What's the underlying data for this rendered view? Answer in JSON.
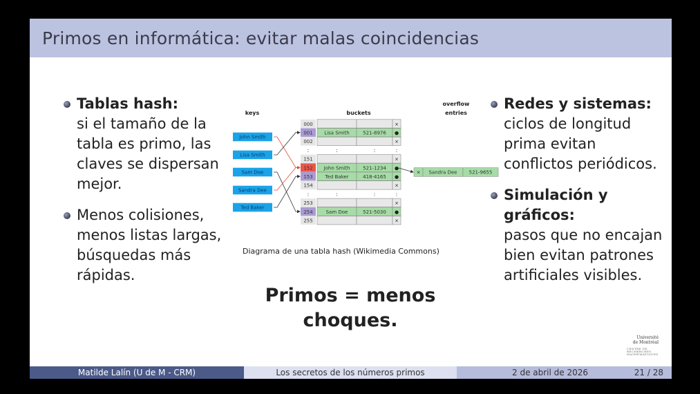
{
  "title": "Primos en informática: evitar malas coincidencias",
  "left_bullets": [
    {
      "head": "Tablas hash:",
      "body": "si el tamaño de la tabla es primo, las claves se dispersan mejor."
    },
    {
      "head": "",
      "body": "Menos colisiones, menos listas largas, búsquedas más rápidas."
    }
  ],
  "right_bullets": [
    {
      "head": "Redes y sistemas:",
      "body": "ciclos de longitud prima evitan conflictos periódicos."
    },
    {
      "head": "Simulación y gráficos:",
      "body": "pasos que no encajan bien evitan patrones artificiales visibles."
    }
  ],
  "diagram": {
    "headers": {
      "keys": "keys",
      "buckets": "buckets",
      "overflow1": "overflow",
      "overflow2": "entries"
    },
    "keys": [
      {
        "label": "John Smith",
        "target": "152",
        "collision": true
      },
      {
        "label": "Lisa Smith",
        "target": "001",
        "collision": false
      },
      {
        "label": "Sam Doe",
        "target": "254",
        "collision": false
      },
      {
        "label": "Sandra Dee",
        "target": "152",
        "collision": true
      },
      {
        "label": "Ted Baker",
        "target": "153",
        "collision": false
      }
    ],
    "rows": [
      {
        "index": "000",
        "name": "",
        "phone": "",
        "marker": "×",
        "state": "empty"
      },
      {
        "index": "001",
        "name": "Lisa Smith",
        "phone": "521-8976",
        "marker": "●",
        "state": "filled"
      },
      {
        "index": "002",
        "name": "",
        "phone": "",
        "marker": "×",
        "state": "empty"
      },
      {
        "dots": ":"
      },
      {
        "index": "151",
        "name": "",
        "phone": "",
        "marker": "×",
        "state": "empty"
      },
      {
        "index": "152",
        "name": "John Smith",
        "phone": "521-1234",
        "marker": "●",
        "state": "collision"
      },
      {
        "index": "153",
        "name": "Ted Baker",
        "phone": "418-4165",
        "marker": "●",
        "state": "filled"
      },
      {
        "index": "154",
        "name": "",
        "phone": "",
        "marker": "×",
        "state": "empty"
      },
      {
        "dots": ":"
      },
      {
        "index": "253",
        "name": "",
        "phone": "",
        "marker": "×",
        "state": "empty"
      },
      {
        "index": "254",
        "name": "Sam Doe",
        "phone": "521-5030",
        "marker": "●",
        "state": "filled"
      },
      {
        "index": "255",
        "name": "",
        "phone": "",
        "marker": "×",
        "state": "empty"
      }
    ],
    "overflow": {
      "from": "152",
      "marker": "×",
      "name": "Sandra Dee",
      "phone": "521-9655"
    },
    "colors": {
      "key": "#1aa3e8",
      "key_text": "#0b3a66",
      "index": "#e6e6e6",
      "index_used": "#a99bd3",
      "index_collision": "#e8574a",
      "filled": "#a6dca6",
      "empty": "#e8e8e8",
      "border": "#8a8a8a",
      "red_line": "#e04a3a"
    }
  },
  "caption": "Diagrama de una tabla hash (Wikimedia Commons)",
  "center_line1": "Primos = menos",
  "center_line2": "choques.",
  "logo": {
    "line1": "Université",
    "line2": "de Montréal",
    "crm": "CENTRE DE RECHERCHES MATHÉMATIQUES"
  },
  "footer": {
    "author": "Matilde Lalín  (U de M - CRM)",
    "talk": "Los secretos de los números primos",
    "date": "2 de abril de 2026",
    "page": "21 / 28"
  }
}
